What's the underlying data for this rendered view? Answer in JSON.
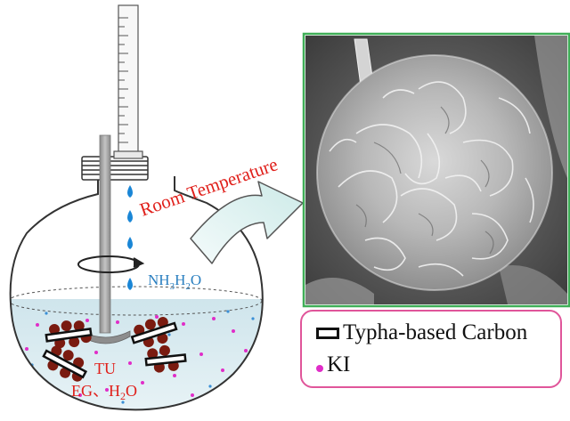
{
  "labels": {
    "room_temperature": "Room Temperature",
    "ammonia": "NH",
    "ammonia_sub_3": "3",
    "ammonia_tail": "H",
    "ammonia_sub_2": "2",
    "ammonia_end": "O",
    "tu": "TU",
    "solvent_prefix": "EG、H",
    "solvent_sub": "2",
    "solvent_end": "O"
  },
  "legend": {
    "carbon_label": "Typha-based Carbon",
    "ki_label": "KI"
  },
  "colors": {
    "label_red": "#e0201b",
    "label_blue": "#2a7fc0",
    "water_drop": "#1a86d6",
    "legend_border": "#e0559a",
    "ki_dot": "#e02dc8",
    "particle": "#7a1b10",
    "sem_frame": "#3fae57",
    "arrow_fill": "#dff2f1"
  },
  "icons": [
    "burette-icon",
    "flask-icon",
    "stirrer-icon",
    "rotation-arrow-icon",
    "water-drop-icon",
    "block-arrow-icon"
  ]
}
